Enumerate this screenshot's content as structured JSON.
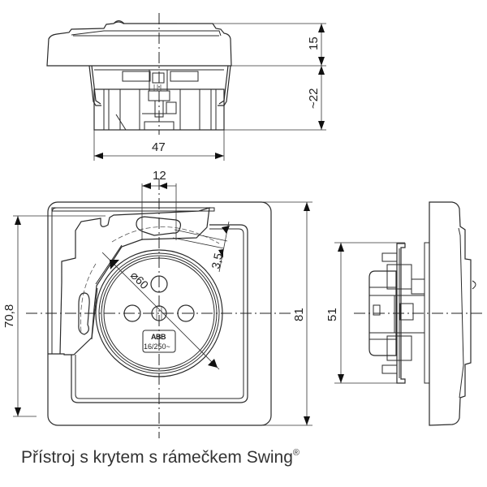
{
  "caption": {
    "text": "Přístroj s krytem s rámečkem Swing",
    "mark": "®"
  },
  "top_view": {
    "dims": {
      "cover_height": "15",
      "body_depth": "~22",
      "body_width": "47"
    }
  },
  "front_view": {
    "dims": {
      "slot_width": "12",
      "clearance": "3,5",
      "diameter": "⌀60",
      "inner_height": "70,8",
      "frame_height": "81"
    },
    "label": {
      "brand": "ABB",
      "rating": "16/250~"
    }
  },
  "side_view": {
    "dims": {
      "mechanism_height": "51"
    }
  }
}
